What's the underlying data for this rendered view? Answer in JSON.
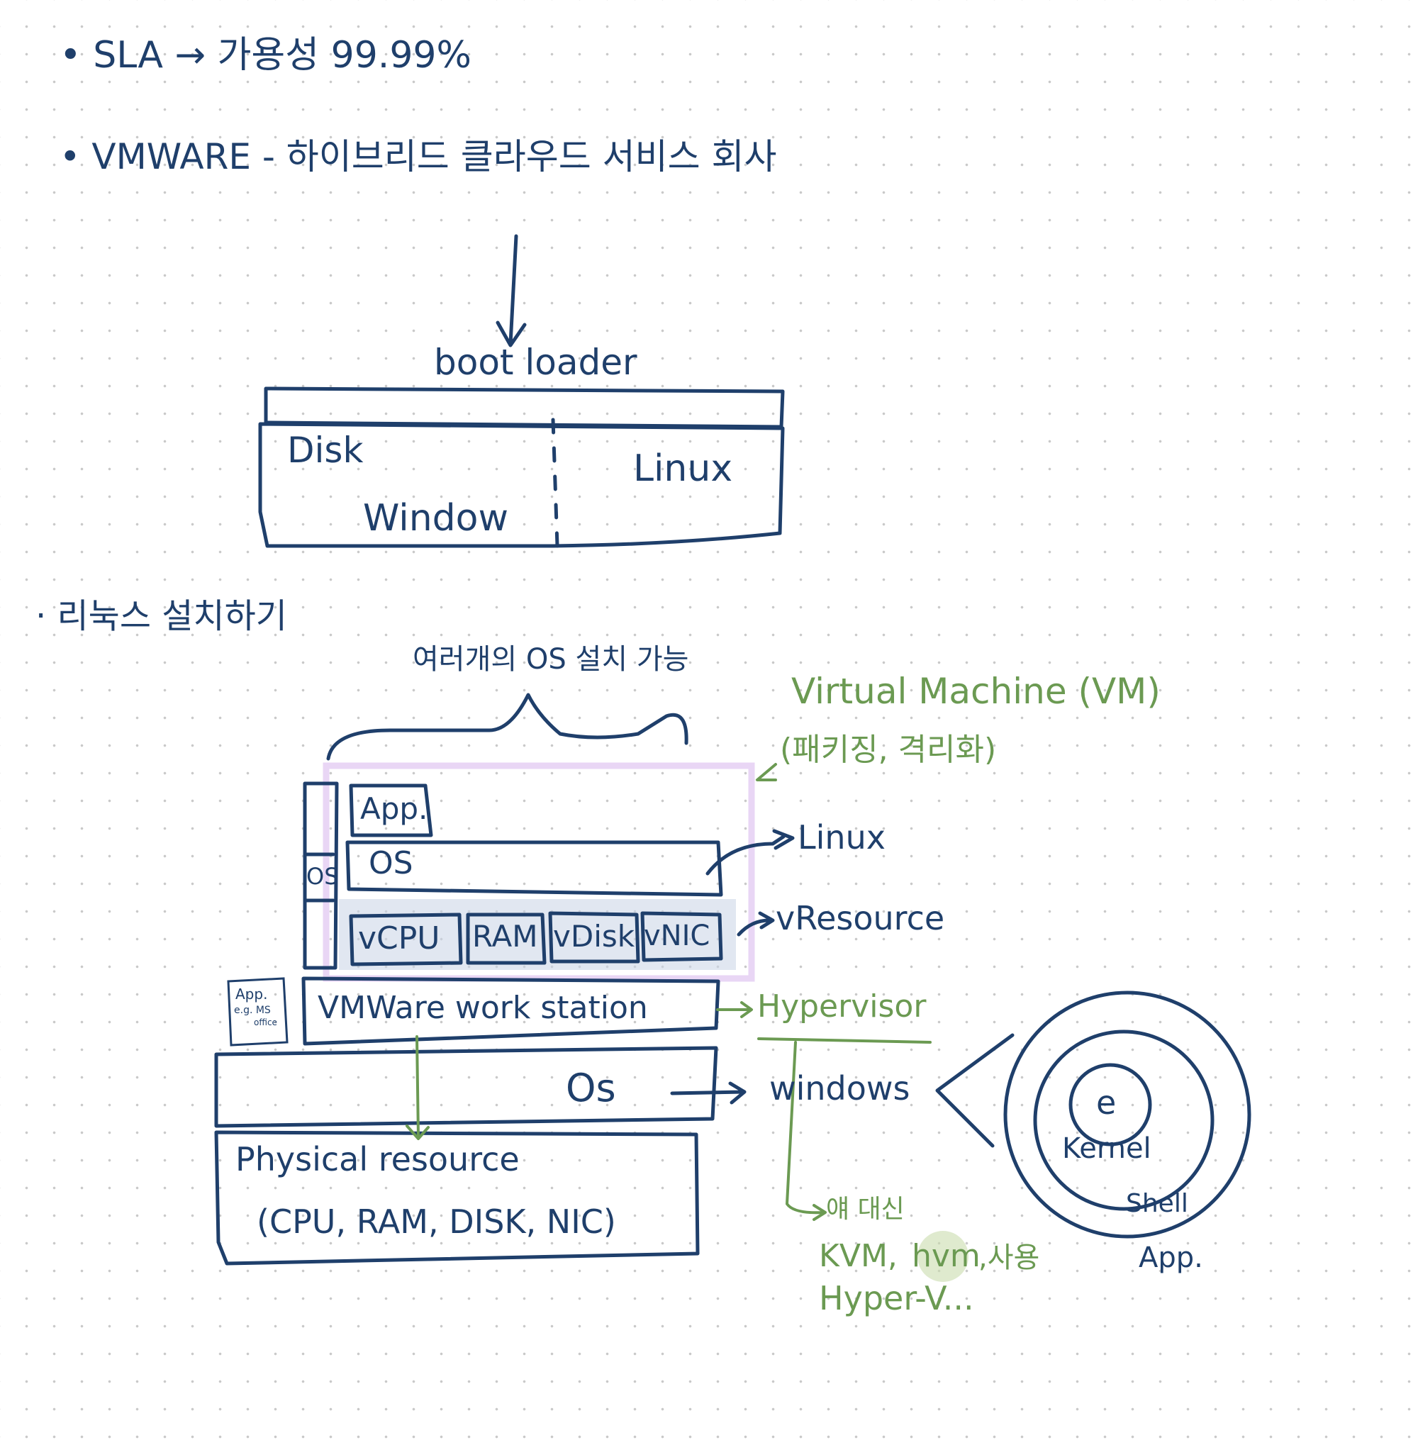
{
  "notes": {
    "line1": "• SLA → 가용성 99.99%",
    "line2": "• VMWARE - 하이브리드 클라우드 서비스 회사",
    "section2": "· 리눅스 설치하기"
  },
  "boot_diagram": {
    "title": "boot loader",
    "disk": "Disk",
    "window": "Window",
    "linux": "Linux"
  },
  "vm_diagram": {
    "brace_label": "여러개의 OS 설치 가능",
    "vm_title": "Virtual Machine (VM)",
    "vm_sub": "(패키징, 격리화)",
    "app": "App.",
    "os_inner": "OS",
    "os_side": "OS",
    "linux": "Linux",
    "vresources": [
      "vCPU",
      "RAM",
      "vDisk",
      "vNIC"
    ],
    "vresource_label": "vResource",
    "app_small": "App.",
    "app_small_eg": "e.g. MS",
    "app_small_office": "office",
    "workstation": "VMWare work station",
    "hypervisor": "Hypervisor",
    "host_os": "Os",
    "windows": "windows",
    "physical_line1": "Physical resource",
    "physical_line2": "(CPU, RAM, DISK, NIC)",
    "alt_line1": "얘 대신",
    "alt_line2_a": "KVM,",
    "alt_line2_b": "hvm",
    "alt_line2_c": ",사용",
    "alt_line3": "Hyper-V..."
  },
  "onion": {
    "center": "e",
    "kernel": "Kernel",
    "shell": "Shell",
    "app": "App."
  },
  "colors": {
    "ink_blue": "#1f3f6b",
    "ink_green": "#6b9a52",
    "vm_box": "#e9d6f5",
    "vresource_bg": "#c8d4e6"
  }
}
